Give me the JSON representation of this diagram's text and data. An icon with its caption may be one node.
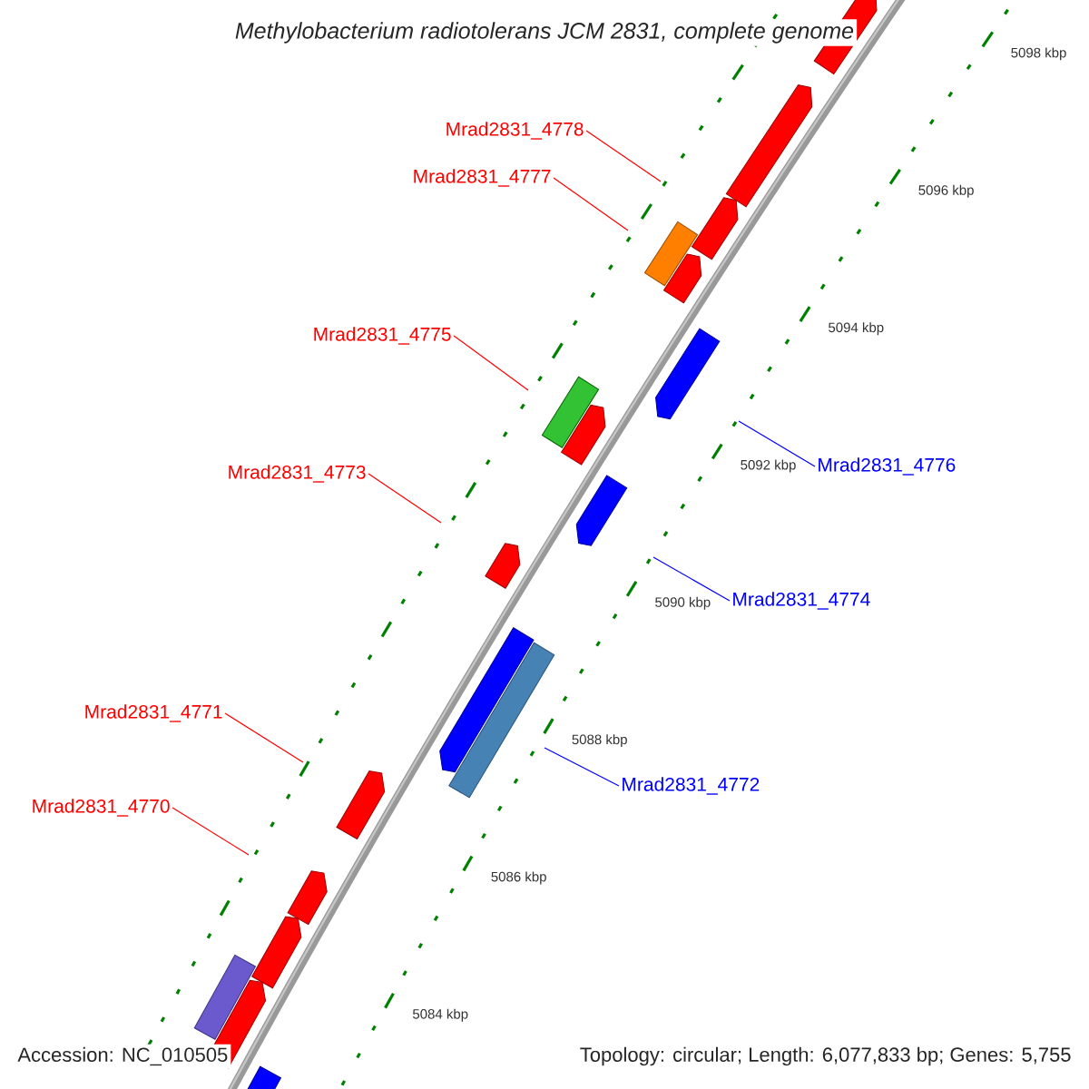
{
  "diagram": {
    "title": "Methylobacterium radiotolerans JCM 2831, complete genome",
    "nodes": [
      {
        "text": [
          "Mrad2831_4778"
        ]
      },
      {
        "text": [
          "Mrad2831_4777"
        ]
      },
      {
        "text": [
          "Mrad2831_4776"
        ]
      },
      {
        "text": [
          "Mrad2831_4775"
        ]
      },
      {
        "text": [
          "Mrad2831_4774"
        ]
      },
      {
        "text": [
          "Mrad2831_4773"
        ]
      },
      {
        "text": [
          "Mrad2831_4772"
        ]
      },
      {
        "text": [
          "Mrad2831_4771"
        ]
      },
      {
        "text": [
          "Mrad2831_4770"
        ]
      },
      {
        "text": [],
        "shape": "arrow"
      },
      {
        "text": [],
        "shape": "arrow"
      },
      {
        "text": [],
        "shape": "arrow"
      },
      {
        "text": [],
        "shape": "box"
      },
      {
        "text": [],
        "shape": "arrow"
      },
      {
        "text": [],
        "shape": "arrow"
      },
      {
        "text": [],
        "shape": "box"
      },
      {
        "text": [],
        "shape": "arrow"
      },
      {
        "text": [],
        "shape": "arrow"
      },
      {
        "text": [],
        "shape": "arrow"
      },
      {
        "text": [],
        "shape": "arrow"
      },
      {
        "text": [],
        "shape": "box"
      },
      {
        "text": [],
        "shape": "arrow"
      },
      {
        "text": [],
        "shape": "arrow"
      },
      {
        "text": [],
        "shape": "arrow"
      },
      {
        "text": [],
        "shape": "box"
      },
      {
        "text": [],
        "shape": "arrow"
      },
      {
        "text": [],
        "shape": "arrow"
      }
    ],
    "edges": [
      {
        "from": 0,
        "to": null,
        "arrow": "none"
      },
      {
        "from": 1,
        "to": null,
        "arrow": "none"
      },
      {
        "from": 2,
        "to": null,
        "arrow": "none",
        "color": "#0000ff"
      },
      {
        "from": 3,
        "to": null,
        "arrow": "none"
      },
      {
        "from": 4,
        "to": null,
        "arrow": "none",
        "color": "#0000ff"
      },
      {
        "from": 5,
        "to": null,
        "arrow": "none"
      },
      {
        "from": 6,
        "to": null,
        "arrow": "none",
        "color": "#0000ff"
      },
      {
        "from": 7,
        "to": null,
        "arrow": "none"
      },
      {
        "from": 8,
        "to": null,
        "arrow": "none"
      }
    ],
    "labels": [
      "5098 kbp",
      "5096 kbp",
      "5094 kbp",
      "5092 kbp",
      "5090 kbp",
      "5088 kbp",
      "5086 kbp",
      "5084 kbp",
      "Accession: NC_010505",
      "Topology: circular; Length: 6,077,833 bp; Genes: 5,755"
    ]
  }
}
